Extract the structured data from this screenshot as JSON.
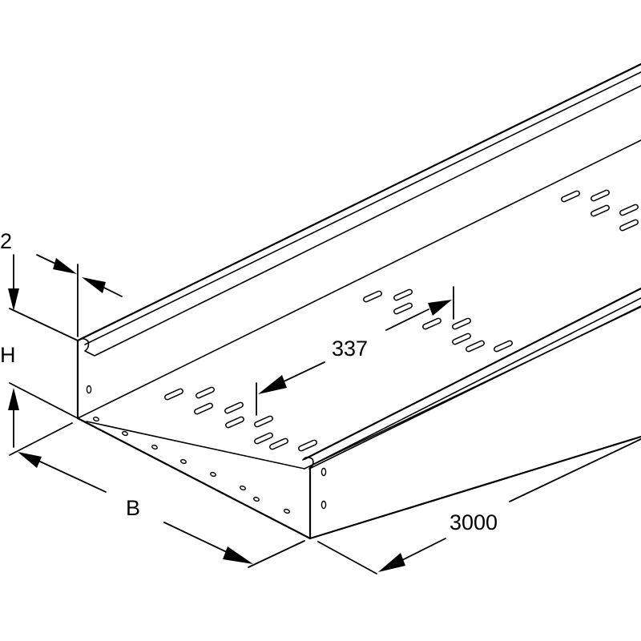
{
  "drawing": {
    "line_color": "#000000",
    "background": "#ffffff",
    "dimensions": {
      "thickness": "2",
      "height": "H",
      "width": "B",
      "slot_pitch": "337",
      "length": "3000"
    }
  }
}
